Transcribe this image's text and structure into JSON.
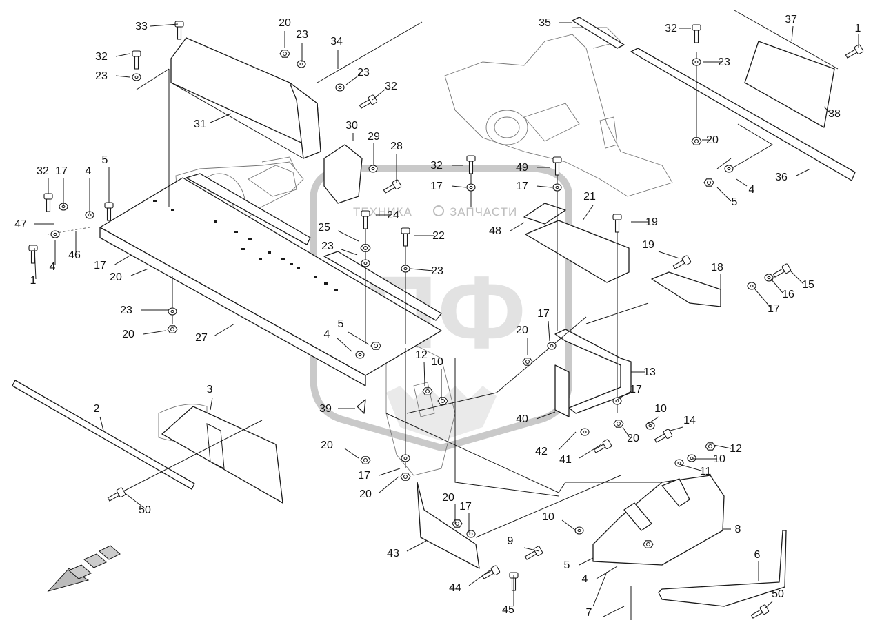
{
  "diagram": {
    "watermark": {
      "line1": "ТЕХНИКА",
      "line2": "ЗАПЧАСТИ",
      "logo": "ЭПФ"
    },
    "callouts": [
      {
        "text": "33"
      },
      {
        "text": "32"
      },
      {
        "text": "23"
      },
      {
        "text": "20"
      },
      {
        "text": "23"
      },
      {
        "text": "34"
      },
      {
        "text": "23"
      },
      {
        "text": "32"
      },
      {
        "text": "35"
      },
      {
        "text": "32"
      },
      {
        "text": "37"
      },
      {
        "text": "1"
      },
      {
        "text": "23"
      },
      {
        "text": "38"
      },
      {
        "text": "20"
      },
      {
        "text": "31"
      },
      {
        "text": "30"
      },
      {
        "text": "29"
      },
      {
        "text": "28"
      },
      {
        "text": "32"
      },
      {
        "text": "49"
      },
      {
        "text": "17"
      },
      {
        "text": "17"
      },
      {
        "text": "4"
      },
      {
        "text": "36"
      },
      {
        "text": "5"
      },
      {
        "text": "32"
      },
      {
        "text": "17"
      },
      {
        "text": "4"
      },
      {
        "text": "5"
      },
      {
        "text": "21"
      },
      {
        "text": "24"
      },
      {
        "text": "48"
      },
      {
        "text": "19"
      },
      {
        "text": "47"
      },
      {
        "text": "46"
      },
      {
        "text": "1"
      },
      {
        "text": "4"
      },
      {
        "text": "25"
      },
      {
        "text": "22"
      },
      {
        "text": "23"
      },
      {
        "text": "19"
      },
      {
        "text": "17"
      },
      {
        "text": "20"
      },
      {
        "text": "23"
      },
      {
        "text": "18"
      },
      {
        "text": "15"
      },
      {
        "text": "16"
      },
      {
        "text": "17"
      },
      {
        "text": "23"
      },
      {
        "text": "20"
      },
      {
        "text": "27"
      },
      {
        "text": "17"
      },
      {
        "text": "20"
      },
      {
        "text": "5"
      },
      {
        "text": "4"
      },
      {
        "text": "12"
      },
      {
        "text": "10"
      },
      {
        "text": "13"
      },
      {
        "text": "17"
      },
      {
        "text": "3"
      },
      {
        "text": "2"
      },
      {
        "text": "39"
      },
      {
        "text": "40"
      },
      {
        "text": "10"
      },
      {
        "text": "14"
      },
      {
        "text": "20"
      },
      {
        "text": "42"
      },
      {
        "text": "41"
      },
      {
        "text": "20"
      },
      {
        "text": "12"
      },
      {
        "text": "10"
      },
      {
        "text": "11"
      },
      {
        "text": "17"
      },
      {
        "text": "20"
      },
      {
        "text": "50"
      },
      {
        "text": "20"
      },
      {
        "text": "17"
      },
      {
        "text": "10"
      },
      {
        "text": "8"
      },
      {
        "text": "9"
      },
      {
        "text": "43"
      },
      {
        "text": "5"
      },
      {
        "text": "4"
      },
      {
        "text": "44"
      },
      {
        "text": "45"
      },
      {
        "text": "6"
      },
      {
        "text": "50"
      },
      {
        "text": "7"
      }
    ]
  }
}
